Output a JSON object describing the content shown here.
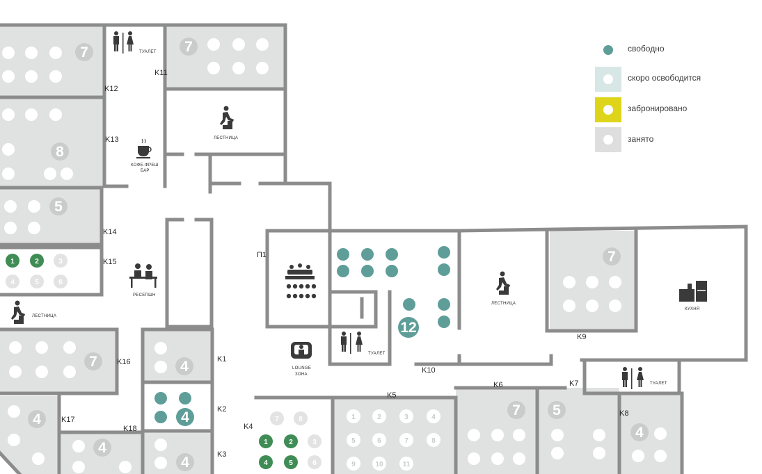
{
  "colors": {
    "free": "#5f9e98",
    "soon": "#d7e7e5",
    "booked": "#ded51b",
    "occupied": "#dedede",
    "selected_green": "#3f8c55",
    "wall": "#8c8c8c",
    "room_fill": "#e0e2e1"
  },
  "legend": {
    "free": "свободно",
    "soon": "скоро освободится",
    "booked": "забронировано",
    "occupied": "занято"
  },
  "corridors": {
    "k1": "K1",
    "k2": "K2",
    "k3": "K3",
    "k4": "K4",
    "k5": "K5",
    "k6": "K6",
    "k7": "K7",
    "k8": "K8",
    "k9": "K9",
    "k10": "K10",
    "k11": "K11",
    "k12": "K12",
    "k13": "K13",
    "k14": "K14",
    "k15": "K15",
    "k16": "K16",
    "k17": "K17",
    "k18": "K18",
    "p1": "П1"
  },
  "facilities": {
    "toilet": "ТУАЛЕТ",
    "stairs": "ЛЕСТНИЦА",
    "coffee_line1": "КОФЕ-ФРЕШ",
    "coffee_line2": "БАР",
    "reception": "РЕСЕПШН",
    "lounge_line1": "LOUNGE",
    "lounge_line2": "ЗОНА",
    "kitchen": "КУХНЯ"
  },
  "room_capacity": {
    "room_a": "7",
    "room_b": "7",
    "room_c": "8",
    "room_d": "5",
    "room_e": "7",
    "room_f": "4",
    "room_g": "4",
    "room_h": "4",
    "room_i": "4",
    "room_j": "4",
    "room_k": "12",
    "room_l": "7",
    "room_m": "7",
    "room_n": "5",
    "room_o": "4"
  },
  "seats": {
    "k15": [
      "1",
      "2",
      "3",
      "4",
      "5",
      "6"
    ],
    "k4": [
      "7",
      "8",
      "1",
      "2",
      "3",
      "4",
      "5",
      "6"
    ],
    "k5": [
      "1",
      "2",
      "3",
      "4",
      "5",
      "6",
      "7",
      "8",
      "9",
      "10",
      "11"
    ]
  }
}
